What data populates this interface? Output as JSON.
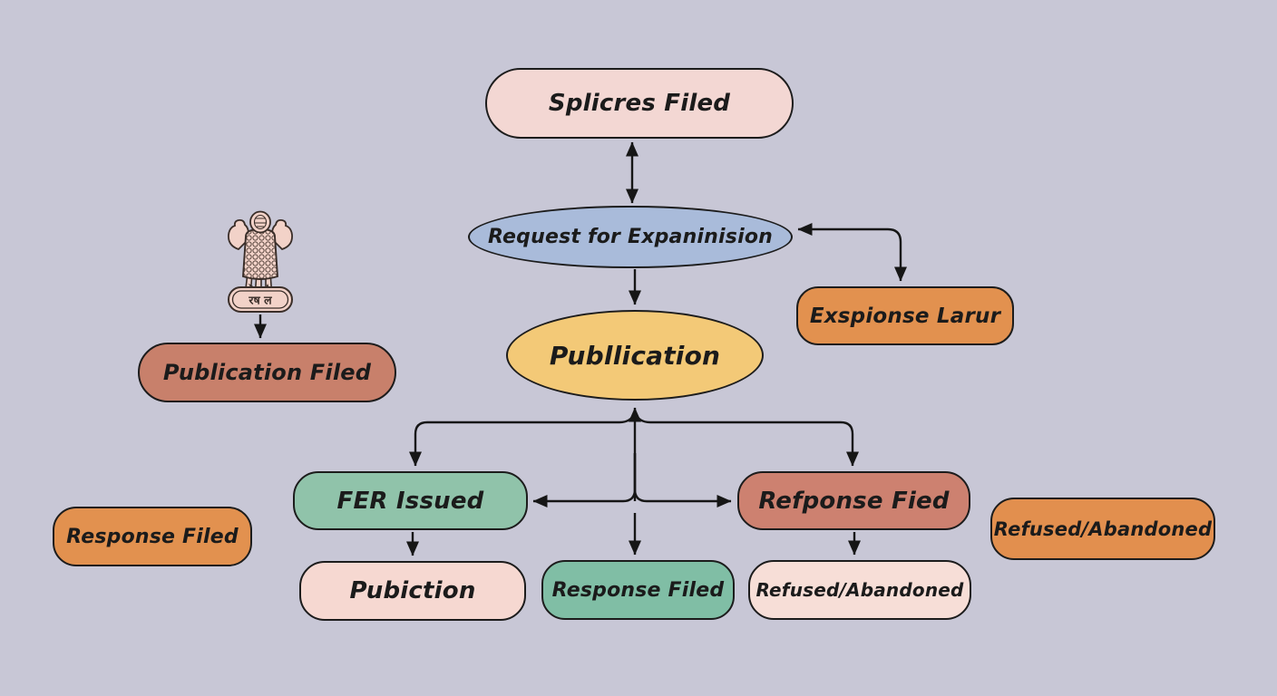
{
  "diagram": {
    "background_color": "#c8c7d6",
    "outline_color": "#1c1c1c",
    "nodes": {
      "applications_filed": {
        "label": "Splicres Filed",
        "fill": "#f3d7d3",
        "shape": "stadium"
      },
      "request_for_examination": {
        "label": "Request for Expaninision",
        "fill": "#a9bbda",
        "shape": "pill-ellipse"
      },
      "examination_later": {
        "label": "Exspionse Larur",
        "fill": "#e2914f",
        "shape": "rounded-rect"
      },
      "publication": {
        "label": "Publlication",
        "fill": "#f3c977",
        "shape": "ellipse"
      },
      "publication_filed": {
        "label": "Publication Filed",
        "fill": "#c8806b",
        "shape": "stadium"
      },
      "response_filed_left": {
        "label": "Response Filed",
        "fill": "#e2914f",
        "shape": "rounded-rect"
      },
      "fer_issued": {
        "label": "FER Issued",
        "fill": "#90c3aa",
        "shape": "rounded-rect"
      },
      "refponse_fied": {
        "label": "Refponse Fied",
        "fill": "#cd8170",
        "shape": "rounded-rect"
      },
      "refused_abandoned_right": {
        "label": "Refused/Abandoned",
        "fill": "#e28f4e",
        "shape": "rounded-rect"
      },
      "pubiction": {
        "label": "Pubiction",
        "fill": "#f6d8d1",
        "shape": "rounded-rect"
      },
      "response_filed_bottom": {
        "label": "Response Filed",
        "fill": "#80bea5",
        "shape": "rounded-rect"
      },
      "refused_abandoned_bottom": {
        "label": "Refused/Abandoned",
        "fill": "#f7ded7",
        "shape": "rounded-rect"
      }
    },
    "emblem": {
      "icon": "ashoka-lion-capital-emblem",
      "base_text": "रष ल",
      "fill": "#f2d2c8"
    },
    "connections": [
      {
        "from": "applications_filed",
        "to": "request_for_examination",
        "style": "double-headed"
      },
      {
        "from": "request_for_examination",
        "to": "publication",
        "style": "arrow"
      },
      {
        "from": "examination_later",
        "to": "request_for_examination",
        "style": "double-headed-elbow"
      },
      {
        "from": "emblem",
        "to": "publication_filed",
        "style": "arrow"
      },
      {
        "from": "branch_junction",
        "to": "publication",
        "style": "arrow-up"
      },
      {
        "from": "publication_branch",
        "to": "fer_issued",
        "style": "arrow"
      },
      {
        "from": "publication_branch",
        "to": "refponse_fied",
        "style": "arrow"
      },
      {
        "from": "center_line",
        "to": "fer_issued",
        "style": "arrow-left"
      },
      {
        "from": "center_line",
        "to": "refponse_fied",
        "style": "arrow-right"
      },
      {
        "from": "center_line",
        "to": "response_filed_bottom",
        "style": "arrow"
      },
      {
        "from": "fer_issued",
        "to": "pubiction",
        "style": "arrow"
      },
      {
        "from": "refponse_fied",
        "to": "refused_abandoned_bottom",
        "style": "arrow"
      }
    ]
  }
}
